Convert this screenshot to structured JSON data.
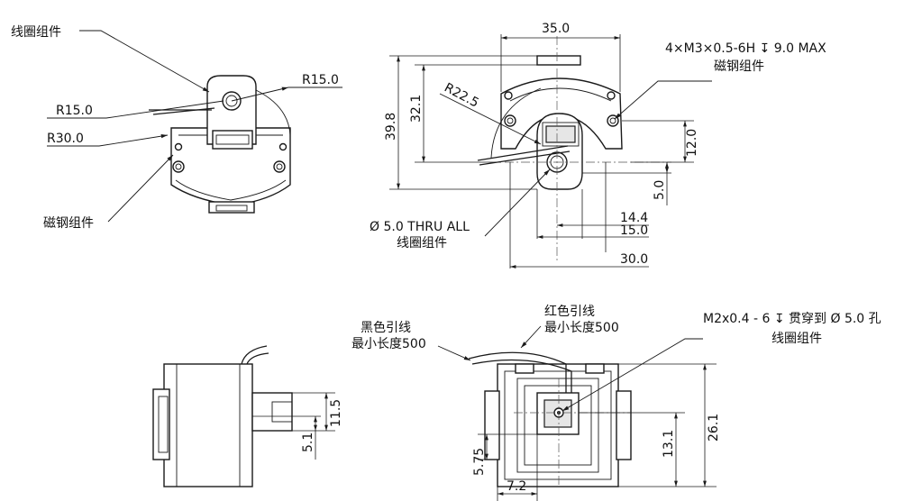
{
  "labels": {
    "coil_assembly": "线圈组件",
    "magnet_assembly": "磁钢组件",
    "through_hole": "Ø 5.0 THRU ALL",
    "tapped_holes": "4×M3×0.5-6H ↧ 9.0 MAX",
    "black_lead_line1": "黑色引线",
    "black_lead_line2": "最小长度500",
    "red_lead_line1": "红色引线",
    "red_lead_line2": "最小长度500",
    "screw_note": "M2x0.4 - 6 ↧ 贯穿到 Ø 5.0 孔"
  },
  "dimensions": {
    "r15_top": "R15.0",
    "r15_left": "R15.0",
    "r30": "R30.0",
    "r22": "R22.5",
    "d35": "35.0",
    "d39_8": "39.8",
    "d32_1": "32.1",
    "d12": "12.0",
    "d5": "5.0",
    "d14_4": "14.4",
    "d15": "15.0",
    "d30": "30.0",
    "d11_5": "11.5",
    "d5_1": "5.1",
    "d26_1": "26.1",
    "d13_1": "13.1",
    "d5_75": "5.75",
    "d7_2": "7.2"
  }
}
